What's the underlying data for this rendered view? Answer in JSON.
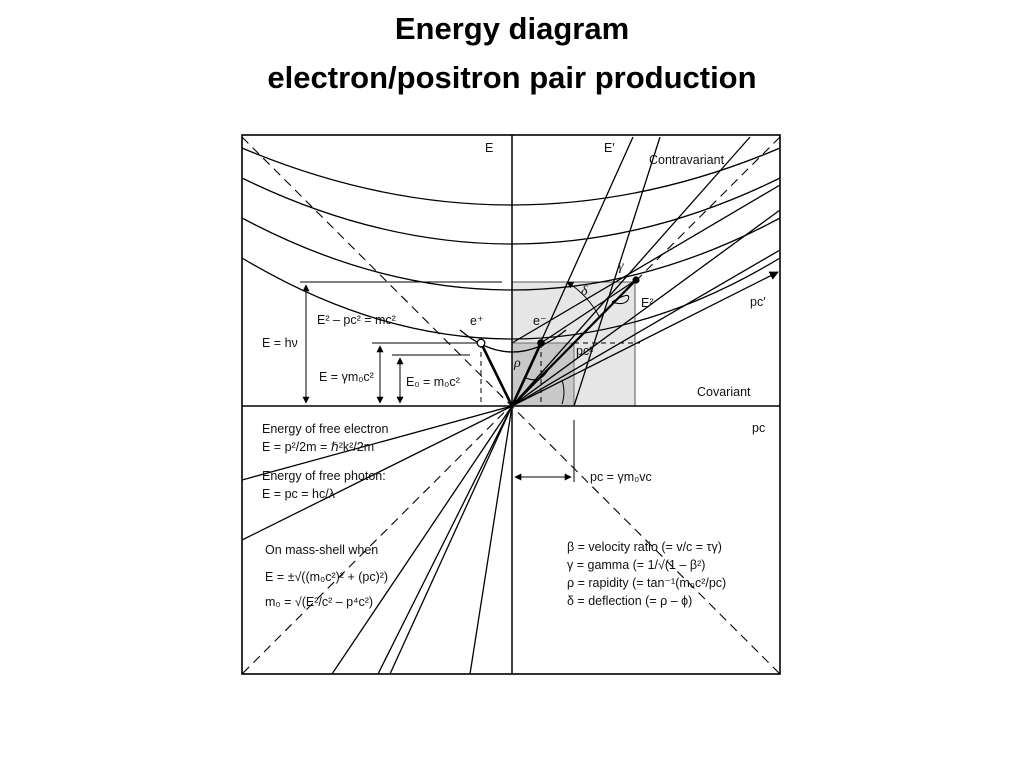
{
  "slide": {
    "title_line1": "Energy diagram",
    "title_line2": "electron/positron pair production"
  },
  "diagram": {
    "axis_labels": {
      "energy_axis": "E",
      "energy_axis_prime": "E′",
      "momentum_axis": "pc",
      "momentum_axis_prime": "pc′",
      "contravariant": "Contravariant",
      "covariant": "Covariant"
    },
    "labels": {
      "e_eq_hnu": "E =  hν",
      "mass_shell_eq": "E² – pc² = mc²",
      "positron": "e⁺",
      "electron": "e⁻",
      "e_squared": "E²",
      "pc_squared": "pc²",
      "gamma_energy": "E = γm₀c²",
      "rest_energy": "E₀ = m₀c²",
      "rho": "ρ",
      "delta": "δ",
      "gamma": "γ",
      "pc_gamma": "pc = γm₀vc"
    },
    "notes_left": [
      "Energy of free electron",
      "E = p²/2m = ℏ²k²/2m",
      "Energy of free photon:",
      "E = pc = hc/λ",
      "On mass-shell  when",
      "E = ±√((m₀c²)² + (pc)²)",
      "m₀ = √(E²/c² – p⁴c²)"
    ],
    "legend": [
      "β = velocity ratio (= v/c =  τγ)",
      "γ = gamma (= 1/√(1 – β²)",
      "ρ  = rapidity (= tan⁻¹(m₀c²/pc)",
      "δ = deflection (= ρ – ϕ)"
    ]
  }
}
